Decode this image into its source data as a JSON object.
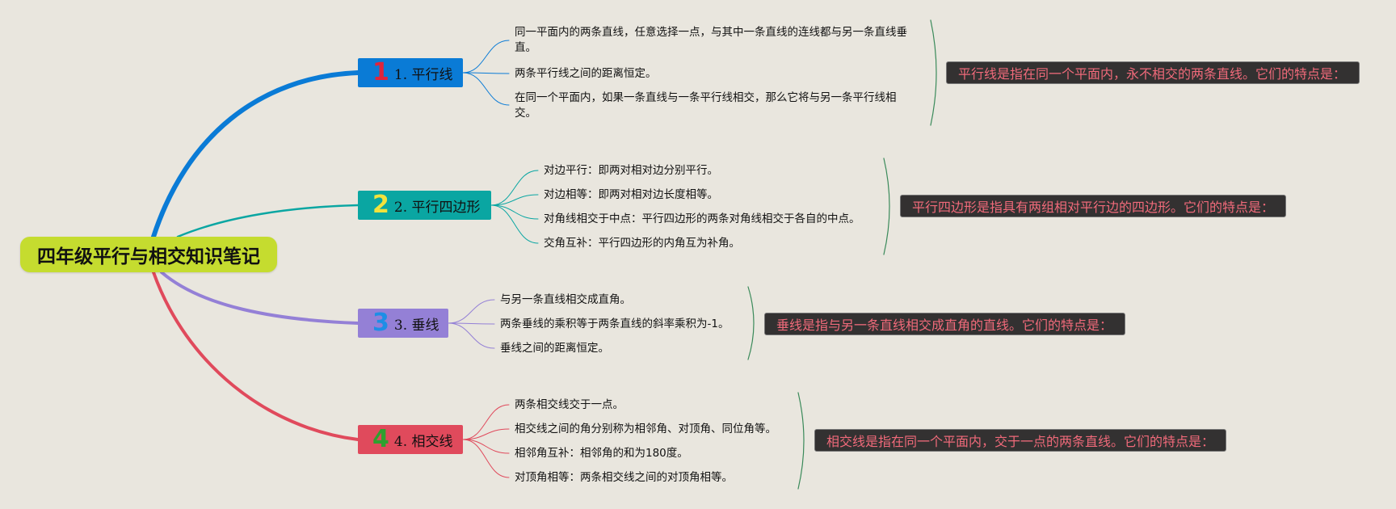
{
  "root": {
    "label": "四年级平行与相交知识笔记"
  },
  "branches": [
    {
      "num": "1",
      "label": "1. 平行线",
      "color": "#0a7bd6",
      "num_color": "#e0243c",
      "leaves": [
        "同一平面内的两条直线，任意选择一点，与其中一条直线的连线都与另一条直线垂直。",
        "两条平行线之间的距离恒定。",
        "在同一个平面内，如果一条直线与一条平行线相交，那么它将与另一条平行线相交。"
      ],
      "summary": "平行线是指在同一个平面内，永不相交的两条直线。它们的特点是："
    },
    {
      "num": "2",
      "label": "2. 平行四边形",
      "color": "#0aa6a2",
      "num_color": "#f2e23c",
      "leaves": [
        "对边平行：即两对相对边分别平行。",
        "对边相等：即两对相对边长度相等。",
        "对角线相交于中点：平行四边形的两条对角线相交于各自的中点。",
        "交角互补：平行四边形的内角互为补角。"
      ],
      "summary": "平行四边形是指具有两组相对平行边的四边形。它们的特点是："
    },
    {
      "num": "3",
      "label": "3. 垂线",
      "color": "#9480d6",
      "num_color": "#1e8ee6",
      "leaves": [
        "与另一条直线相交成直角。",
        "两条垂线的乘积等于两条直线的斜率乘积为-1。",
        "垂线之间的距离恒定。"
      ],
      "summary": "垂线是指与另一条直线相交成直角的直线。它们的特点是："
    },
    {
      "num": "4",
      "label": "4. 相交线",
      "color": "#e04a5c",
      "num_color": "#2fa02f",
      "leaves": [
        "两条相交线交于一点。",
        "相交线之间的角分别称为相邻角、对顶角、同位角等。",
        "相邻角互补：相邻角的和为180度。",
        "对顶角相等：两条相交线之间的对顶角相等。"
      ],
      "summary": "相交线是指在同一个平面内，交于一点的两条直线。它们的特点是："
    }
  ]
}
